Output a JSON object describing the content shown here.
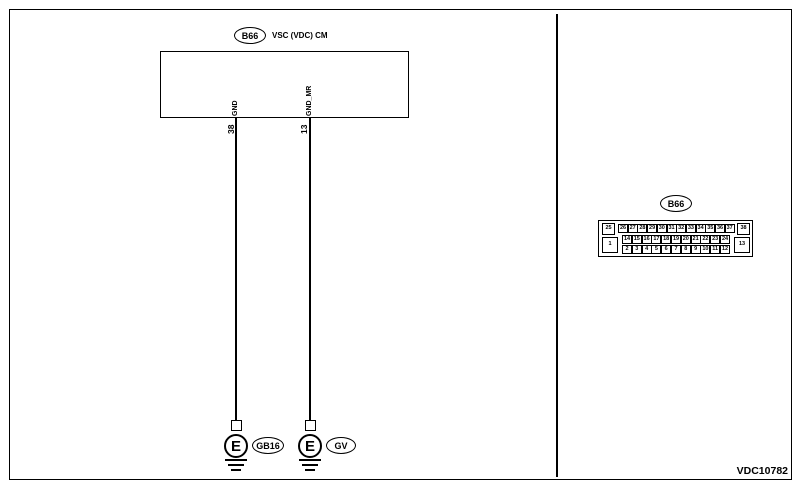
{
  "module": {
    "connector_id": "B66",
    "name": "VSC (VDC) CM"
  },
  "pins": [
    {
      "signal": "GND",
      "number": "38"
    },
    {
      "signal": "GND_MR",
      "number": "13"
    }
  ],
  "grounds": [
    {
      "symbol": "E",
      "code": "GB16"
    },
    {
      "symbol": "E",
      "code": "GV"
    }
  ],
  "connector_view": {
    "id": "B66",
    "top_row": [
      "26",
      "27",
      "28",
      "29",
      "30",
      "31",
      "32",
      "33",
      "34",
      "35",
      "36",
      "37"
    ],
    "middle_row": [
      "14",
      "15",
      "16",
      "17",
      "18",
      "19",
      "20",
      "21",
      "22",
      "23",
      "24"
    ],
    "bottom_row": [
      "2",
      "3",
      "4",
      "5",
      "6",
      "7",
      "8",
      "9",
      "10",
      "11",
      "12"
    ],
    "left_top": "25",
    "left_bottom": "1",
    "right_top": "38",
    "right_bottom": "13"
  },
  "document_id": "VDC10782"
}
